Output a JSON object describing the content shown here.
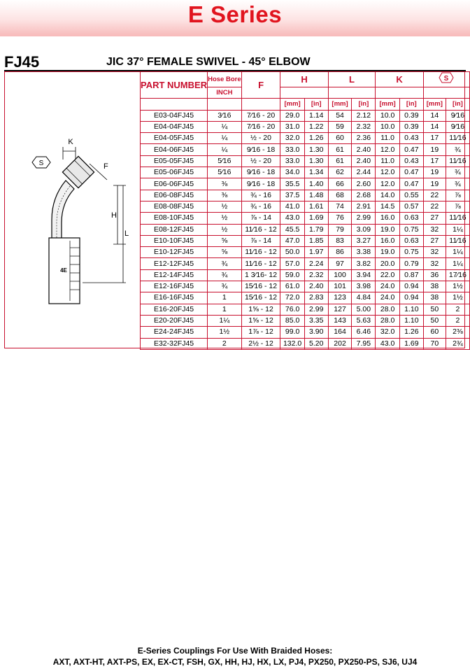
{
  "header": {
    "title": "E Series"
  },
  "product": {
    "code": "FJ45",
    "description": "JIC 37° FEMALE SWIVEL - 45° ELBOW"
  },
  "drawing": {
    "labels": {
      "k": "K",
      "f": "F",
      "h": "H",
      "l": "L",
      "s": "S",
      "brand": "4E"
    }
  },
  "table": {
    "headers": {
      "part_number": "PART NUMBER",
      "hose_bore": "Hose Bore",
      "inch": "INCH",
      "f": "F",
      "h": "H",
      "l": "L",
      "k": "K",
      "s": "S"
    },
    "units": [
      "[mm]",
      "[in]",
      "[mm]",
      "[in]",
      "[mm]",
      "[in]",
      "[mm]",
      "[in]"
    ],
    "rows": [
      [
        "E03-04FJ45",
        "3⁄16",
        "7⁄16 - 20",
        "29.0",
        "1.14",
        "54",
        "2.12",
        "10.0",
        "0.39",
        "14",
        "9⁄16"
      ],
      [
        "E04-04FJ45",
        "¼",
        "7⁄16 - 20",
        "31.0",
        "1.22",
        "59",
        "2.32",
        "10.0",
        "0.39",
        "14",
        "9⁄16"
      ],
      [
        "E04-05FJ45",
        "¼",
        "½ - 20",
        "32.0",
        "1.26",
        "60",
        "2.36",
        "11.0",
        "0.43",
        "17",
        "11⁄16"
      ],
      [
        "E04-06FJ45",
        "¼",
        "9⁄16 - 18",
        "33.0",
        "1.30",
        "61",
        "2.40",
        "12.0",
        "0.47",
        "19",
        "¾"
      ],
      [
        "E05-05FJ45",
        "5⁄16",
        "½ - 20",
        "33.0",
        "1.30",
        "61",
        "2.40",
        "11.0",
        "0.43",
        "17",
        "11⁄16"
      ],
      [
        "E05-06FJ45",
        "5⁄16",
        "9⁄16 - 18",
        "34.0",
        "1.34",
        "62",
        "2.44",
        "12.0",
        "0.47",
        "19",
        "¾"
      ],
      [
        "E06-06FJ45",
        "⅜",
        "9⁄16 - 18",
        "35.5",
        "1.40",
        "66",
        "2.60",
        "12.0",
        "0.47",
        "19",
        "¾"
      ],
      [
        "E06-08FJ45",
        "⅜",
        "¾ - 16",
        "37.5",
        "1.48",
        "68",
        "2.68",
        "14.0",
        "0.55",
        "22",
        "⅞"
      ],
      [
        "E08-08FJ45",
        "½",
        "¾ - 16",
        "41.0",
        "1.61",
        "74",
        "2.91",
        "14.5",
        "0.57",
        "22",
        "⅞"
      ],
      [
        "E08-10FJ45",
        "½",
        "⅞ - 14",
        "43.0",
        "1.69",
        "76",
        "2.99",
        "16.0",
        "0.63",
        "27",
        "11⁄16"
      ],
      [
        "E08-12FJ45",
        "½",
        "11⁄16 - 12",
        "45.5",
        "1.79",
        "79",
        "3.09",
        "19.0",
        "0.75",
        "32",
        "1¼"
      ],
      [
        "E10-10FJ45",
        "⅝",
        "⅞ - 14",
        "47.0",
        "1.85",
        "83",
        "3.27",
        "16.0",
        "0.63",
        "27",
        "11⁄16"
      ],
      [
        "E10-12FJ45",
        "⅝",
        "11⁄16 - 12",
        "50.0",
        "1.97",
        "86",
        "3.38",
        "19.0",
        "0.75",
        "32",
        "1¼"
      ],
      [
        "E12-12FJ45",
        "¾",
        "11⁄16 - 12",
        "57.0",
        "2.24",
        "97",
        "3.82",
        "20.0",
        "0.79",
        "32",
        "1¼"
      ],
      [
        "E12-14FJ45",
        "¾",
        "1 3⁄16- 12",
        "59.0",
        "2.32",
        "100",
        "3.94",
        "22.0",
        "0.87",
        "36",
        "17⁄16"
      ],
      [
        "E12-16FJ45",
        "¾",
        "15⁄16 - 12",
        "61.0",
        "2.40",
        "101",
        "3.98",
        "24.0",
        "0.94",
        "38",
        "1½"
      ],
      [
        "E16-16FJ45",
        "1",
        "15⁄16 - 12",
        "72.0",
        "2.83",
        "123",
        "4.84",
        "24.0",
        "0.94",
        "38",
        "1½"
      ],
      [
        "E16-20FJ45",
        "1",
        "1⅝ - 12",
        "76.0",
        "2.99",
        "127",
        "5.00",
        "28.0",
        "1.10",
        "50",
        "2"
      ],
      [
        "E20-20FJ45",
        "1¼",
        "1⅝ - 12",
        "85.0",
        "3.35",
        "143",
        "5.63",
        "28.0",
        "1.10",
        "50",
        "2"
      ],
      [
        "E24-24FJ45",
        "1½",
        "1⅞ - 12",
        "99.0",
        "3.90",
        "164",
        "6.46",
        "32.0",
        "1.26",
        "60",
        "2⅜"
      ],
      [
        "E32-32FJ45",
        "2",
        "2½ - 12",
        "132.0",
        "5.20",
        "202",
        "7.95",
        "43.0",
        "1.69",
        "70",
        "2¾"
      ]
    ]
  },
  "footer": {
    "line1": "E-Series Couplings For Use With Braided Hoses:",
    "line2": "AXT, AXT-HT, AXT-PS, EX, EX-CT, FSH, GX, HH, HJ, HX, LX, PJ4, PX250, PX250-PS, SJ6, UJ4"
  },
  "colors": {
    "brand_red": "#e1141e",
    "table_border": "#c8102e"
  }
}
